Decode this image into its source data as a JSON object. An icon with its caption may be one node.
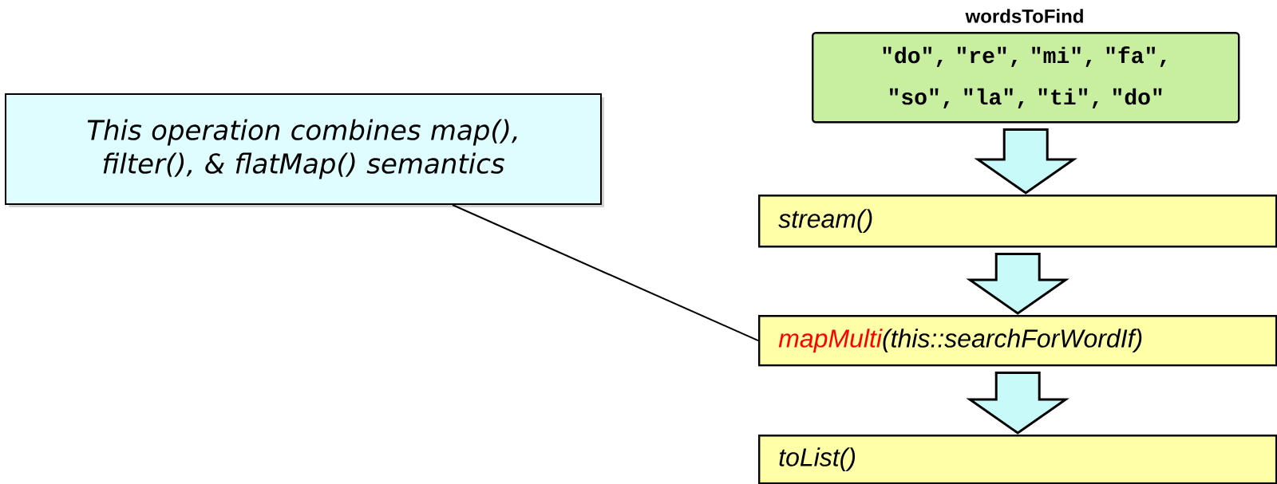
{
  "diagram": {
    "nodes": [
      {
        "text": [
          "wordsToFind",
          "\"do\", \"re\", \"mi\", \"fa\", \"so\", \"la\", \"ti\", \"do\""
        ]
      },
      {
        "text": [
          "stream()"
        ]
      },
      {
        "text": [
          "mapMulti",
          "(this::searchForWordIf)"
        ]
      },
      {
        "text": [
          "toList()"
        ]
      },
      {
        "text": [
          "This operation combines map(), filter(), & flatMap() semantics"
        ]
      }
    ],
    "edges": [
      {
        "from": 0,
        "to": 1,
        "arrow": "to"
      },
      {
        "from": 1,
        "to": 2,
        "arrow": "to"
      },
      {
        "from": 2,
        "to": 3,
        "arrow": "to"
      },
      {
        "from": 4,
        "to": 2,
        "arrow": "none"
      }
    ]
  }
}
